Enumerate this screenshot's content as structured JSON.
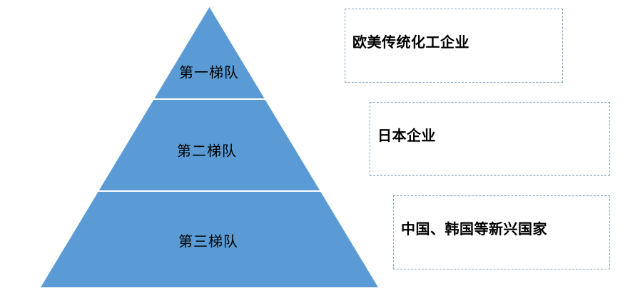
{
  "diagram": {
    "type": "pyramid",
    "tier_count": 3,
    "pyramid": {
      "tiers": [
        {
          "label": "第一梯队"
        },
        {
          "label": "第二梯队"
        },
        {
          "label": "第三梯队"
        }
      ]
    },
    "annotations": [
      {
        "label": "欧美传统化工企业"
      },
      {
        "label": "日本企业"
      },
      {
        "label": "中国、韩国等新兴国家"
      }
    ]
  },
  "colors": {
    "pyramid_fill": "#5B9BD5",
    "divider": "#FFFFFF",
    "callout_border": "#8BA7BF",
    "text": "#000000",
    "background": "#FFFFFF"
  }
}
